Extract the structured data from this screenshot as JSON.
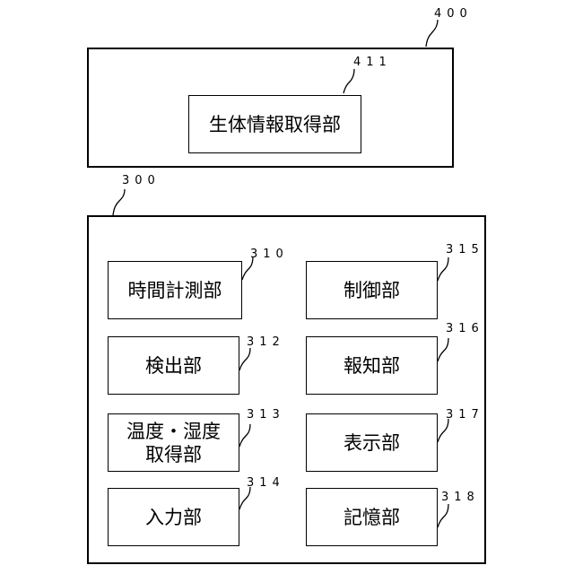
{
  "device_400": {
    "ref": "400",
    "unit_411": {
      "ref": "411",
      "label": "生体情報取得部"
    }
  },
  "device_300": {
    "ref": "300",
    "units": {
      "u310": {
        "ref": "310",
        "label": "時間計測部"
      },
      "u312": {
        "ref": "312",
        "label": "検出部"
      },
      "u313": {
        "ref": "313",
        "line1": "温度・湿度",
        "line2": "取得部"
      },
      "u314": {
        "ref": "314",
        "label": "入力部"
      },
      "u315": {
        "ref": "315",
        "label": "制御部"
      },
      "u316": {
        "ref": "316",
        "label": "報知部"
      },
      "u317": {
        "ref": "317",
        "label": "表示部"
      },
      "u318": {
        "ref": "318",
        "label": "記憶部"
      }
    }
  }
}
